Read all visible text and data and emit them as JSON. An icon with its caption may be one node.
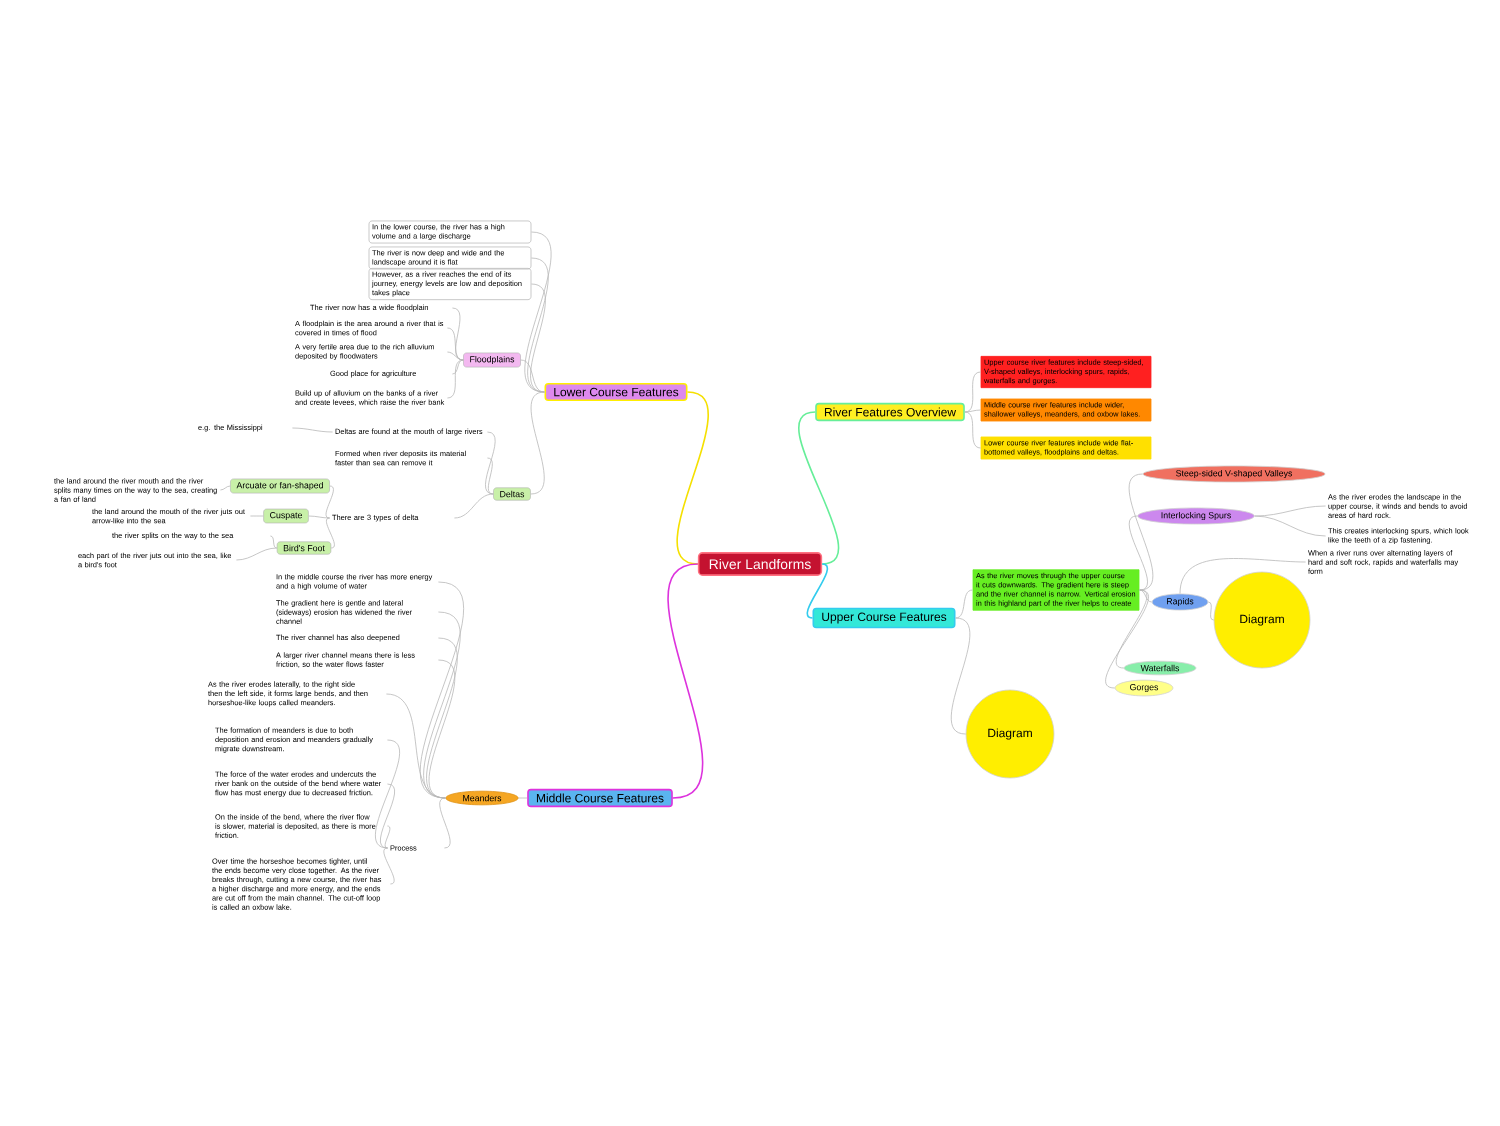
{
  "diagram": {
    "nodes": [
      {
        "text": [
          "River Landforms"
        ]
      },
      {
        "text": [
          "Lower Course Features"
        ]
      },
      {
        "text": [
          "River Features Overview"
        ]
      },
      {
        "text": [
          "Upper Course Features"
        ]
      },
      {
        "text": [
          "Middle Course Features"
        ]
      },
      {
        "text": [
          "In the lower course, the river has a high volume and a large discharge"
        ]
      },
      {
        "text": [
          "The river is now deep and wide and the landscape around it is flat"
        ]
      },
      {
        "text": [
          "However, as a river reaches the end of its journey, energy levels are low and deposition takes place"
        ]
      },
      {
        "text": [
          "Floodplains"
        ]
      },
      {
        "text": [
          "The river now has a wide floodplain"
        ]
      },
      {
        "text": [
          "A floodplain is the area around a river that is covered in times of flood"
        ]
      },
      {
        "text": [
          "A very fertile area due to the rich alluvium deposited by floodwaters"
        ]
      },
      {
        "text": [
          "Good place for agriculture"
        ]
      },
      {
        "text": [
          "Build up of alluvium on the banks of a river and create levees, which raise the river bank"
        ]
      },
      {
        "text": [
          "Deltas"
        ]
      },
      {
        "text": [
          "Deltas are found at the mouth of large rivers"
        ]
      },
      {
        "text": [
          "e.g. the Mississippi"
        ]
      },
      {
        "text": [
          "Formed when river deposits its material faster than sea can remove it"
        ]
      },
      {
        "text": [
          "There are 3 types of delta"
        ]
      },
      {
        "text": [
          "Arcuate or fan-shaped"
        ]
      },
      {
        "text": [
          "the land around the river mouth and the river splits many times on the way to the sea, creating a fan of land"
        ]
      },
      {
        "text": [
          "Cuspate"
        ]
      },
      {
        "text": [
          "the land around the mouth of the river juts out arrow-like into the sea"
        ]
      },
      {
        "text": [
          "the river splits on the way to the sea"
        ]
      },
      {
        "text": [
          "Bird's Foot"
        ]
      },
      {
        "text": [
          "each part of the river juts out into the sea, like a bird's foot"
        ]
      },
      {
        "text": [
          "Meanders"
        ]
      },
      {
        "text": [
          "In the middle course the river has more energy and a high volume of water"
        ]
      },
      {
        "text": [
          "The gradient here is gentle and lateral (sideways) erosion has widened the river channel"
        ]
      },
      {
        "text": [
          "The river channel has also deepened"
        ]
      },
      {
        "text": [
          "A larger river channel means there is less friction, so the water flows faster"
        ]
      },
      {
        "text": [
          "As the river erodes laterally, to the right side then the left side, it forms large bends, and then horseshoe-like loops called meanders."
        ]
      },
      {
        "text": [
          "Process"
        ]
      },
      {
        "text": [
          "The formation of meanders is due to both deposition and erosion and meanders gradually migrate downstream."
        ]
      },
      {
        "text": [
          "The force of the water erodes and undercuts the river bank on the outside of the bend where water flow has most energy due to decreased friction."
        ]
      },
      {
        "text": [
          "On the inside of the bend, where the river flow is slower, material is deposited, as there is more friction."
        ]
      },
      {
        "text": [
          "Over time the horseshoe becomes tighter, until the ends become very close together. As the river breaks through, cutting a new course, the river has a higher discharge and more energy, and the ends are cut off from the main channel. The cut-off loop is called an oxbow lake."
        ]
      },
      {
        "text": [
          "Upper course river features include steep-sided, V-shaped valleys, interlocking spurs, rapids, waterfalls and gorges."
        ]
      },
      {
        "text": [
          "Middle course river features include wider, shallower valleys, meanders, and oxbow lakes."
        ]
      },
      {
        "text": [
          "Lower course river features include wide flat-bottomed valleys, floodplains and deltas."
        ]
      },
      {
        "text": [
          "As the river moves through the upper course it cuts downwards. The gradient here is steep and the river channel is narrow. Vertical erosion in this highland part of the river helps to create"
        ]
      },
      {
        "text": [
          "Steep-sided V-shaped Valleys"
        ]
      },
      {
        "text": [
          "Interlocking Spurs"
        ]
      },
      {
        "text": [
          "As the river erodes the landscape in the upper course, it winds and bends to avoid areas of hard rock."
        ]
      },
      {
        "text": [
          "This creates interlocking spurs, which look like the teeth of a zip fastening."
        ]
      },
      {
        "text": [
          "Rapids"
        ]
      },
      {
        "text": [
          "When a river runs over alternating layers of hard and soft rock, rapids and waterfalls may form"
        ]
      },
      {
        "text": [
          "Diagram"
        ]
      },
      {
        "text": [
          "Waterfalls"
        ]
      },
      {
        "text": [
          "Gorges"
        ]
      },
      {
        "text": [
          "Diagram"
        ]
      }
    ],
    "edges": [
      {
        "from": 0,
        "to": 1,
        "arrow": "none",
        "color": "#f5e000"
      },
      {
        "from": 0,
        "to": 2,
        "arrow": "none",
        "color": "#66ee99"
      },
      {
        "from": 0,
        "to": 3,
        "arrow": "none",
        "color": "#33ccee"
      },
      {
        "from": 0,
        "to": 4,
        "arrow": "none",
        "color": "#dd33dd"
      },
      {
        "from": 1,
        "to": 5,
        "arrow": "none"
      },
      {
        "from": 1,
        "to": 6,
        "arrow": "none"
      },
      {
        "from": 1,
        "to": 7,
        "arrow": "none"
      },
      {
        "from": 1,
        "to": 8,
        "arrow": "none"
      },
      {
        "from": 1,
        "to": 14,
        "arrow": "none"
      },
      {
        "from": 8,
        "to": 9,
        "arrow": "none"
      },
      {
        "from": 8,
        "to": 10,
        "arrow": "none"
      },
      {
        "from": 8,
        "to": 11,
        "arrow": "none"
      },
      {
        "from": 8,
        "to": 12,
        "arrow": "none"
      },
      {
        "from": 8,
        "to": 13,
        "arrow": "none"
      },
      {
        "from": 14,
        "to": 15,
        "arrow": "none"
      },
      {
        "from": 15,
        "to": 16,
        "arrow": "none"
      },
      {
        "from": 14,
        "to": 17,
        "arrow": "none"
      },
      {
        "from": 14,
        "to": 18,
        "arrow": "none"
      },
      {
        "from": 18,
        "to": 19,
        "arrow": "none"
      },
      {
        "from": 18,
        "to": 21,
        "arrow": "none"
      },
      {
        "from": 18,
        "to": 24,
        "arrow": "none"
      },
      {
        "from": 19,
        "to": 20,
        "arrow": "none"
      },
      {
        "from": 21,
        "to": 22,
        "arrow": "none"
      },
      {
        "from": 24,
        "to": 23,
        "arrow": "none"
      },
      {
        "from": 24,
        "to": 25,
        "arrow": "none"
      },
      {
        "from": 4,
        "to": 26,
        "arrow": "none"
      },
      {
        "from": 26,
        "to": 27,
        "arrow": "none"
      },
      {
        "from": 26,
        "to": 28,
        "arrow": "none"
      },
      {
        "from": 26,
        "to": 29,
        "arrow": "none"
      },
      {
        "from": 26,
        "to": 30,
        "arrow": "none"
      },
      {
        "from": 26,
        "to": 31,
        "arrow": "none"
      },
      {
        "from": 26,
        "to": 32,
        "arrow": "none"
      },
      {
        "from": 32,
        "to": 33,
        "arrow": "none"
      },
      {
        "from": 32,
        "to": 34,
        "arrow": "none"
      },
      {
        "from": 32,
        "to": 35,
        "arrow": "none"
      },
      {
        "from": 32,
        "to": 36,
        "arrow": "none"
      },
      {
        "from": 2,
        "to": 37,
        "arrow": "none"
      },
      {
        "from": 2,
        "to": 38,
        "arrow": "none"
      },
      {
        "from": 2,
        "to": 39,
        "arrow": "none"
      },
      {
        "from": 3,
        "to": 40,
        "arrow": "none"
      },
      {
        "from": 3,
        "to": 50,
        "arrow": "none"
      },
      {
        "from": 40,
        "to": 41,
        "arrow": "none"
      },
      {
        "from": 40,
        "to": 42,
        "arrow": "none"
      },
      {
        "from": 40,
        "to": 45,
        "arrow": "none"
      },
      {
        "from": 40,
        "to": 48,
        "arrow": "none"
      },
      {
        "from": 40,
        "to": 49,
        "arrow": "none"
      },
      {
        "from": 42,
        "to": 43,
        "arrow": "none"
      },
      {
        "from": 42,
        "to": 44,
        "arrow": "none"
      },
      {
        "from": 45,
        "to": 46,
        "arrow": "none"
      },
      {
        "from": 45,
        "to": 47,
        "arrow": "none"
      }
    ]
  }
}
